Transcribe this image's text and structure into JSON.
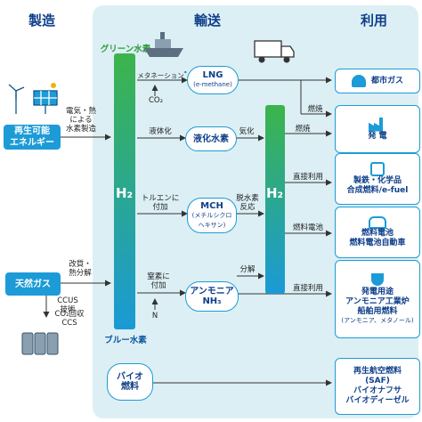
{
  "headers": {
    "manufacture": "製造",
    "transport": "輸送",
    "use": "利用"
  },
  "sources": {
    "renewable": [
      "再生可能",
      "エネルギー"
    ],
    "natural_gas": "天然ガス"
  },
  "left_labels": {
    "electrolysis": [
      "電気・熱",
      "による",
      "水素製造"
    ],
    "reforming": [
      "改質・",
      "熱分解"
    ],
    "ccus": [
      "CCUS",
      "技術"
    ],
    "co2_capture": [
      "CO₂回収",
      "CCS"
    ]
  },
  "bar_labels": {
    "green": "グリーン水素",
    "blue": "ブルー水素",
    "h2": "H₂",
    "h2_right": "H₂"
  },
  "process_labels": {
    "methanation": "メタネーション",
    "methanation_mark": "*",
    "co2_in": "CO₂",
    "liquefaction": "液体化",
    "vaporization": "気化",
    "toluene": [
      "トルエンに",
      "付加"
    ],
    "dehydrogenation": [
      "脱水素",
      "反応"
    ],
    "nitrogen": [
      "窒素に",
      "付加"
    ],
    "n_in": "N",
    "decompose": "分解",
    "fuel1": "燃焼",
    "fuel2": "燃焼",
    "direct1": "直接利用",
    "fuel_cell": "燃料電池",
    "direct2": "直接利用"
  },
  "carriers": {
    "lng": {
      "title": "LNG",
      "sub": "(e-methane)"
    },
    "liquid_h2": {
      "title": "液化水素"
    },
    "mch": {
      "title": "MCH",
      "sub": [
        "(メチルシクロ",
        "ヘキサン)"
      ]
    },
    "ammonia": {
      "title": "アンモニア",
      "sub": "NH₃"
    }
  },
  "bio": [
    "バイオ",
    "燃料"
  ],
  "uses": {
    "city_gas": "都市ガス",
    "power": "発 電",
    "steel": [
      "製鉄・化学品",
      "合成燃料/e-fuel"
    ],
    "fcv": [
      "燃料電池",
      "燃料電池自動車"
    ],
    "ammonia_use": {
      "lines": [
        "発電用途",
        "アンモニア工業炉",
        "船舶用燃料"
      ],
      "sub": "(アンモニア、メタノール)"
    },
    "aviation": [
      "再生航空燃料",
      "(SAF)",
      "バイオナフサ",
      "バイオディーゼル"
    ]
  },
  "colors": {
    "accent": "#1d9bd7",
    "navy": "#0f3f8a",
    "green": "#3cb44b",
    "panel": "#dceff4",
    "arrow": "#333333"
  }
}
